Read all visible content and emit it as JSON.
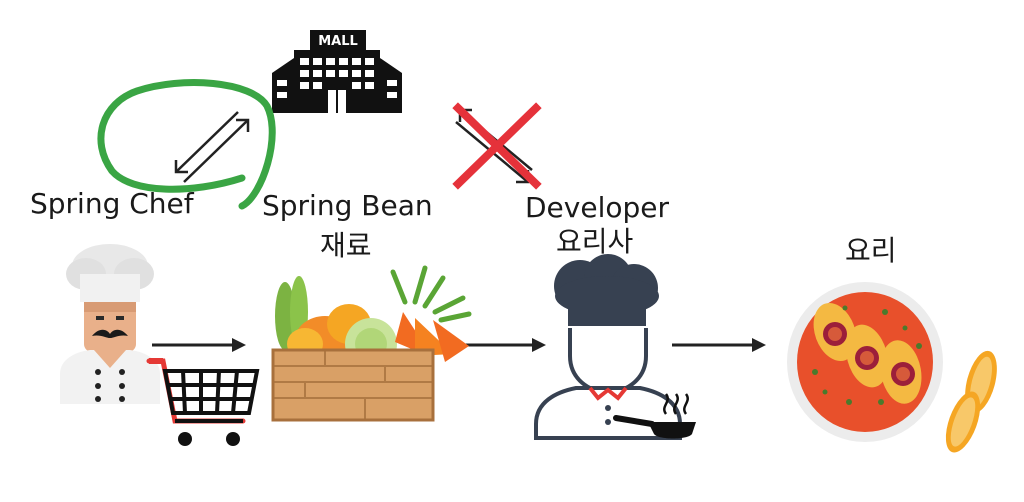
{
  "mall_sign": "MALL",
  "labels": {
    "spring_chef": "Spring Chef",
    "spring_bean": "Spring Bean",
    "ingredients": "재료",
    "developer": "Developer",
    "cook": "요리사",
    "dish": "요리"
  },
  "colors": {
    "circle": "#3aa544",
    "cross": "#e5323a",
    "arrow": "#222222",
    "chef_hat": "#374151",
    "collar": "#e53935",
    "crate": "#d9a066",
    "soup": "#e8502b"
  }
}
